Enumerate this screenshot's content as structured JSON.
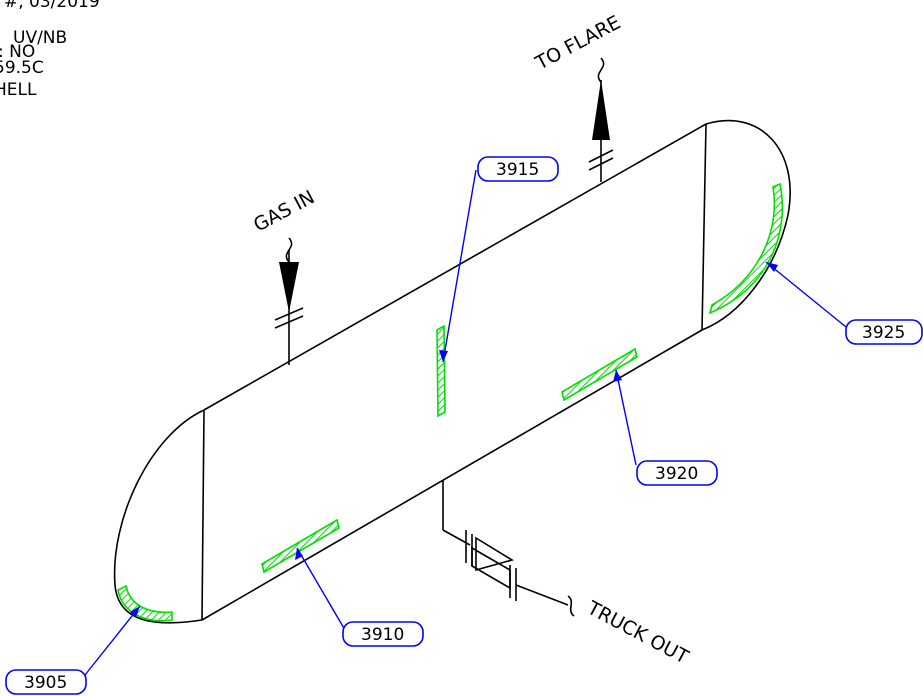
{
  "header_notes": {
    "line1": "#, 03/2019",
    "line2": "UV/NB",
    "line3": ": NO",
    "line4": "59.5C",
    "line5": "HELL"
  },
  "labels": {
    "to_flare": "TO FLARE",
    "gas_in": "GAS IN",
    "truck_out": "TRUCK OUT"
  },
  "tml_tags": [
    {
      "id": "3905"
    },
    {
      "id": "3910"
    },
    {
      "id": "3915"
    },
    {
      "id": "3920"
    },
    {
      "id": "3925"
    }
  ],
  "colors": {
    "vessel_line": "#000000",
    "leader_line": "#0000ff",
    "hatch": "#00e000"
  }
}
